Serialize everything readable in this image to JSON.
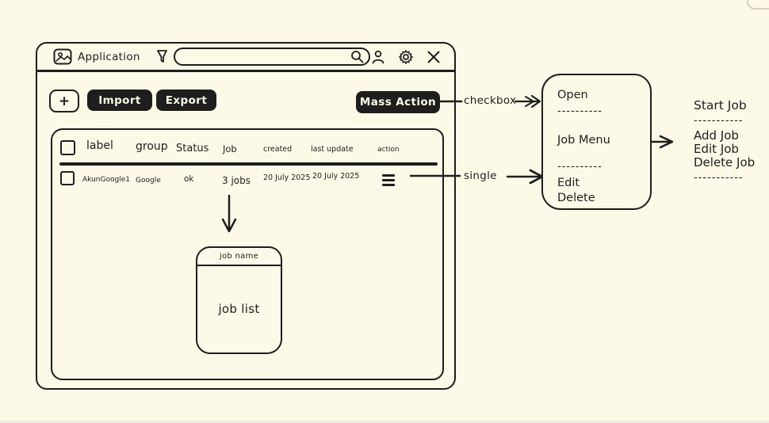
{
  "colors": {
    "background": "#fdf9e7",
    "ink": "#1e1e1e",
    "button_bg": "#1e1e1e",
    "button_text": "#fdf9e7"
  },
  "window": {
    "title": "Application",
    "search_placeholder": "",
    "titlebar_icons": [
      "image-icon",
      "funnel-icon",
      "magnifier-icon",
      "person-icon",
      "gear-icon",
      "close-icon"
    ],
    "toolbar": {
      "add": "+",
      "import": "Import",
      "export": "Export",
      "mass_action": "Mass Action"
    },
    "table": {
      "headers": [
        "label",
        "group",
        "Status",
        "Job",
        "created",
        "last update",
        "action"
      ],
      "row": {
        "label": "AkunGoogle1",
        "group": "Google",
        "status": "ok",
        "job": "3 jobs",
        "created": "20 July 2025",
        "last_update": "20 July 2025",
        "action_icon": "hamburger-icon"
      }
    },
    "job_popup": {
      "title": "job name",
      "body": "job list"
    }
  },
  "annotations": {
    "mass_action_arrow": "checkbox",
    "row_arrow": "single"
  },
  "context_menu": {
    "items": [
      "Open",
      "----------",
      "Job Menu",
      "----------",
      "Edit",
      "Delete"
    ]
  },
  "job_submenu": {
    "items": [
      "Start Job",
      "-----------",
      "Add Job",
      "Edit Job",
      "Delete Job",
      "-----------"
    ]
  }
}
